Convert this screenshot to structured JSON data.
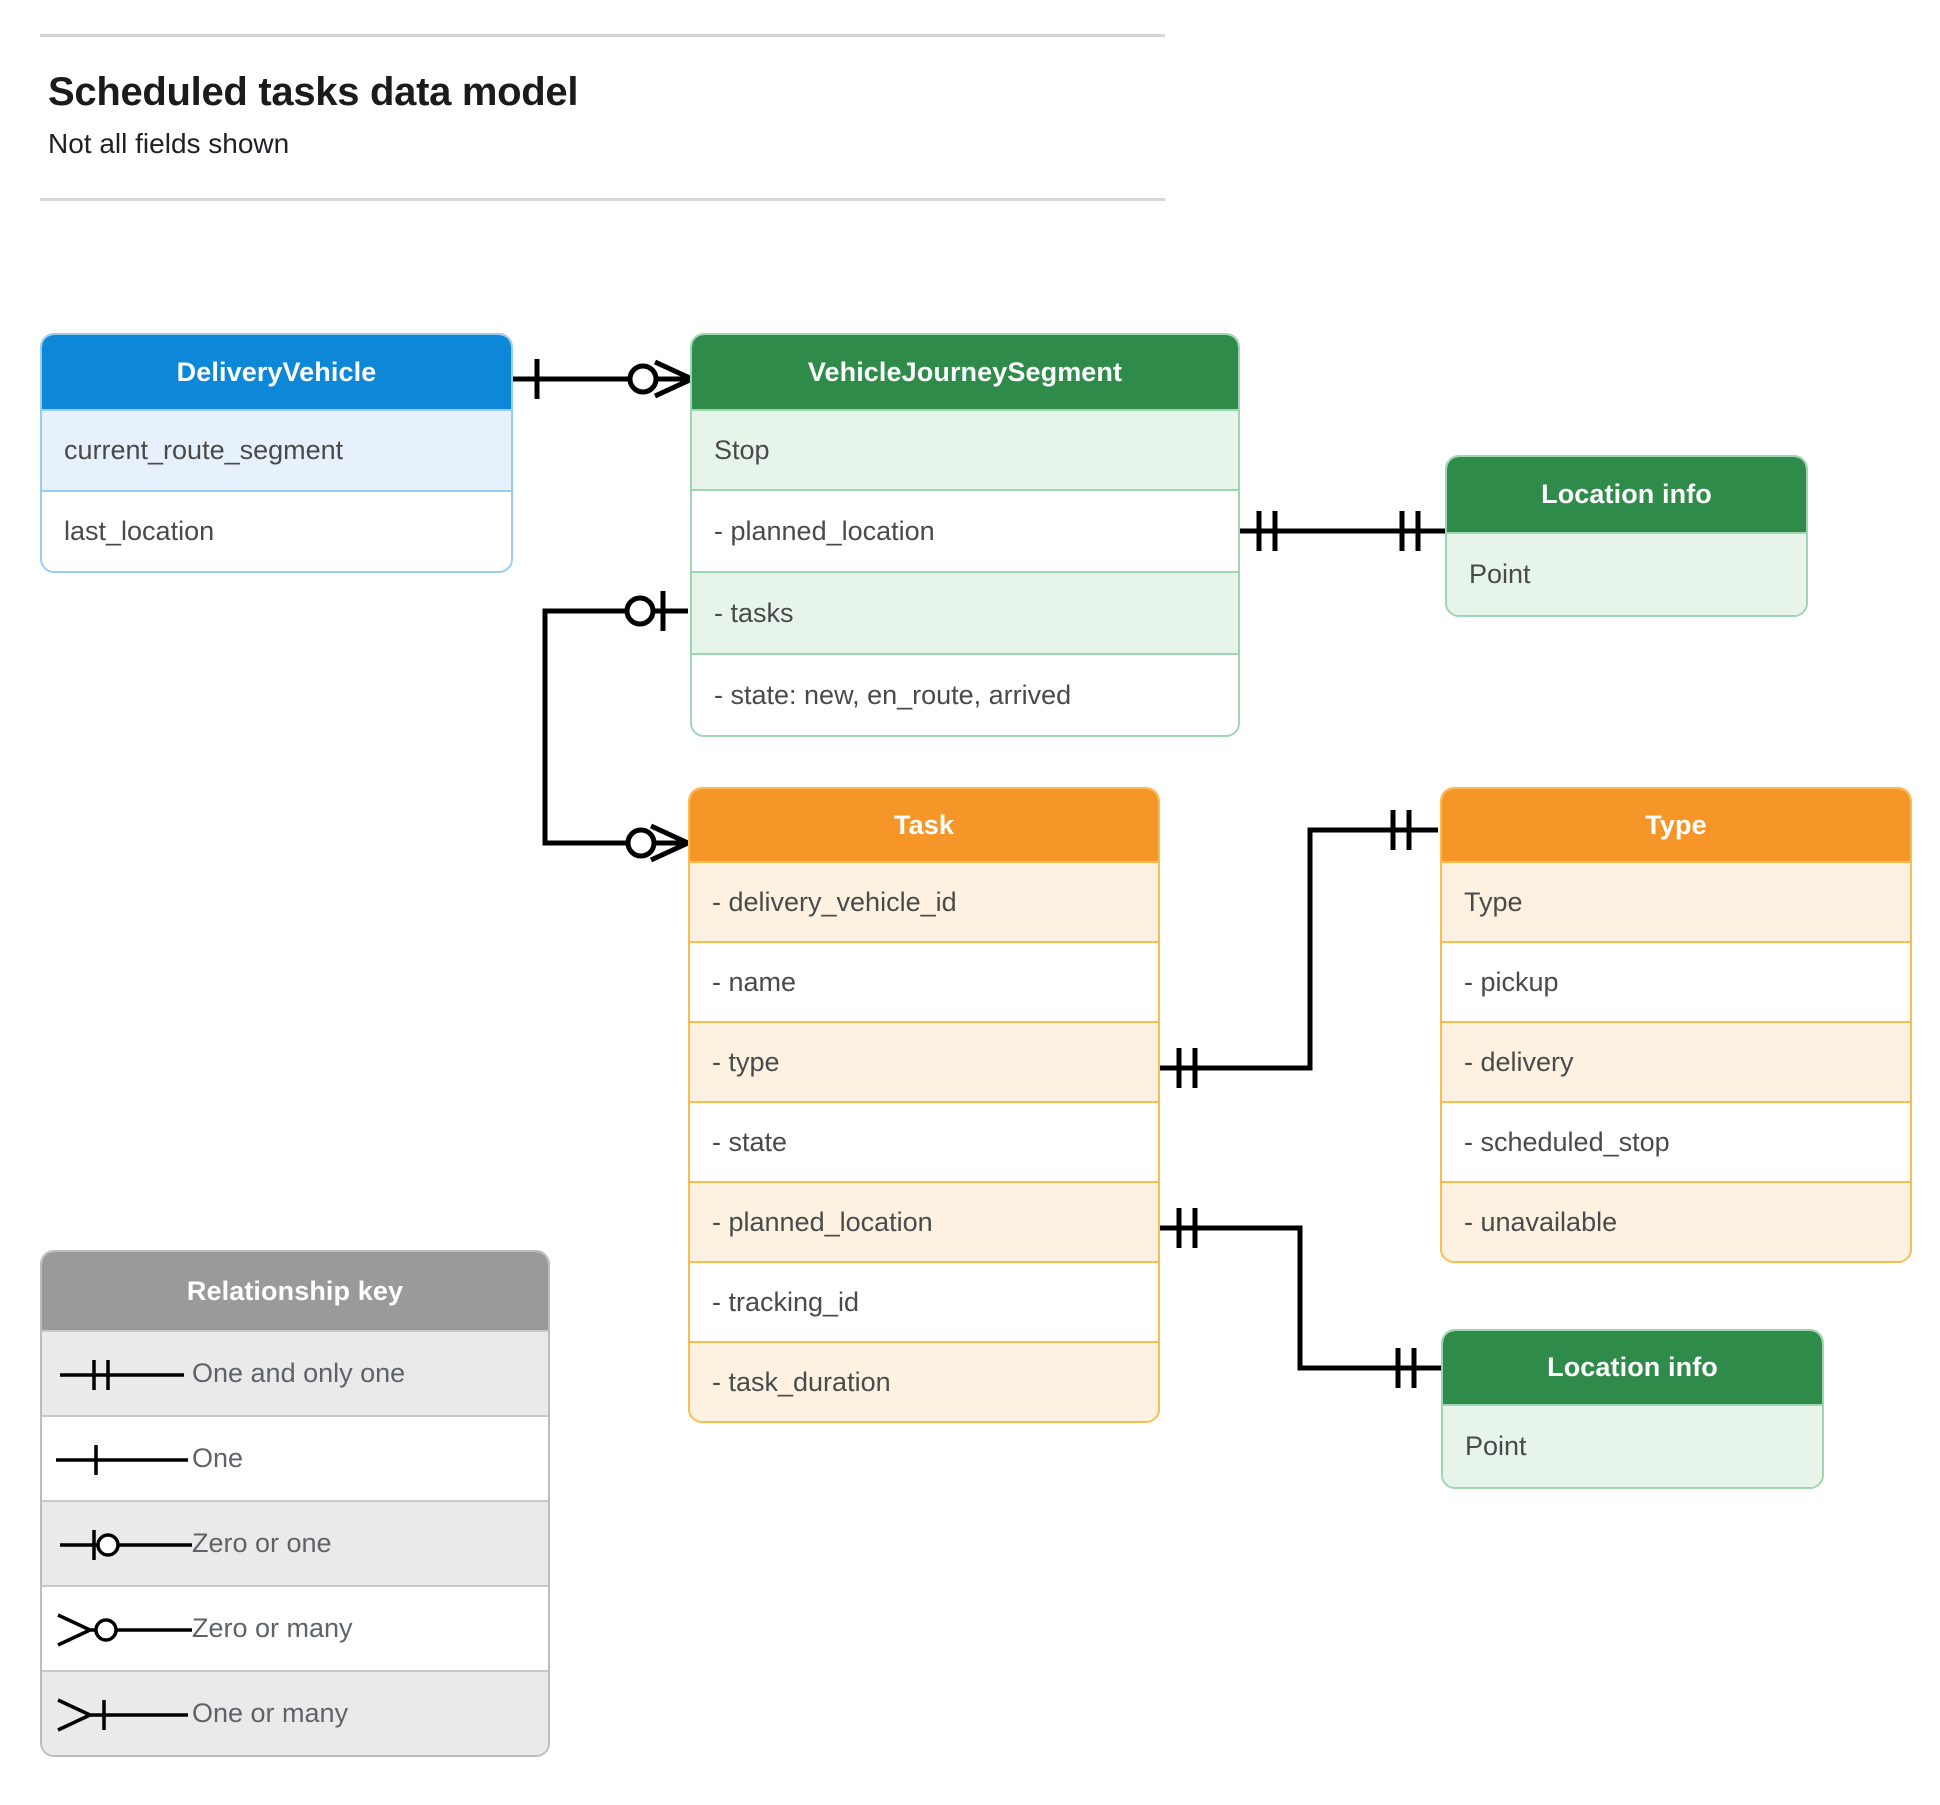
{
  "header": {
    "title": "Scheduled tasks data model",
    "subtitle": "Not all fields shown"
  },
  "entities": {
    "delivery_vehicle": {
      "name": "DeliveryVehicle",
      "color": "#0d87d8",
      "rows": [
        "current_route_segment",
        "last_location"
      ]
    },
    "vehicle_journey_segment": {
      "name": "VehicleJourneySegment",
      "color": "#2e8b4a",
      "rows": [
        "Stop",
        "-  planned_location",
        "- tasks",
        "- state: new, en_route, arrived"
      ]
    },
    "location_info_top": {
      "name": "Location info",
      "color": "#2e8b4a",
      "rows": [
        "Point"
      ]
    },
    "task": {
      "name": "Task",
      "color": "#f79628",
      "rows": [
        "- delivery_vehicle_id",
        "- name",
        "- type",
        "- state",
        "- planned_location",
        "- tracking_id",
        "- task_duration"
      ]
    },
    "type": {
      "name": "Type",
      "color": "#f79628",
      "rows": [
        "Type",
        "-   pickup",
        "-   delivery",
        "-   scheduled_stop",
        "-   unavailable"
      ]
    },
    "location_info_bottom": {
      "name": "Location info",
      "color": "#2e8b4a",
      "rows": [
        "Point"
      ]
    }
  },
  "legend": {
    "title": "Relationship key",
    "items": [
      {
        "label": "One and only one",
        "symbol": "one-and-only-one"
      },
      {
        "label": "One",
        "symbol": "one"
      },
      {
        "label": "Zero or one",
        "symbol": "zero-or-one"
      },
      {
        "label": "Zero or many",
        "symbol": "zero-or-many"
      },
      {
        "label": "One or many",
        "symbol": "one-or-many"
      }
    ]
  },
  "relationships": [
    {
      "from": "DeliveryVehicle",
      "from_card": "one",
      "to": "VehicleJourneySegment",
      "to_card": "zero-or-many"
    },
    {
      "from": "VehicleJourneySegment.planned_location",
      "from_card": "one-and-only-one",
      "to": "Location info",
      "to_card": "one-and-only-one"
    },
    {
      "from": "VehicleJourneySegment.tasks",
      "from_card": "zero-or-one",
      "to": "Task",
      "to_card": "zero-or-many"
    },
    {
      "from": "Task.type",
      "from_card": "one-and-only-one",
      "to": "Type",
      "to_card": "one-and-only-one"
    },
    {
      "from": "Task.planned_location",
      "from_card": "one-and-only-one",
      "to": "Location info",
      "to_card": "one-and-only-one"
    }
  ],
  "colors": {
    "blue": "#0d87d8",
    "green": "#2e8b4a",
    "orange": "#f79628",
    "grey": "#9a9a9a",
    "line": "#000000"
  }
}
